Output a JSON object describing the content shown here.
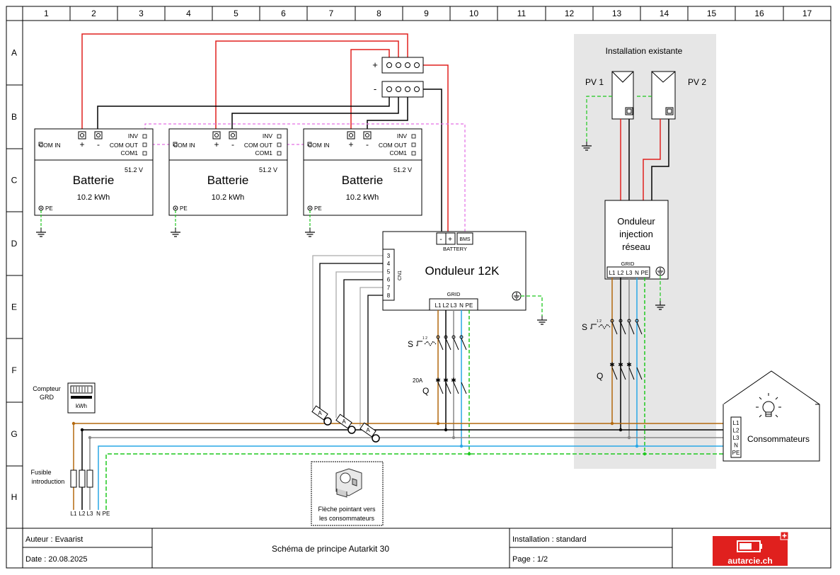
{
  "grid": {
    "columns": [
      "1",
      "2",
      "3",
      "4",
      "5",
      "6",
      "7",
      "8",
      "9",
      "10",
      "11",
      "12",
      "13",
      "14",
      "15",
      "16",
      "17"
    ],
    "rows": [
      "A",
      "B",
      "C",
      "D",
      "E",
      "F",
      "G",
      "H"
    ]
  },
  "existing": {
    "title": "Installation existante",
    "pv1": "PV 1",
    "pv2": "PV 2"
  },
  "rack": {
    "plus": "+",
    "minus": "-"
  },
  "battery": {
    "name": "Batterie",
    "voltage": "51.2 V",
    "energy": "10.2 kWh",
    "com_in": "COM IN",
    "inv": "INV",
    "com_out": "COM OUT",
    "com1": "COM1",
    "pe": "PE",
    "plus": "+",
    "minus": "-"
  },
  "inverter": {
    "name": "Onduleur 12K",
    "cn1": "CN1",
    "cn_pins": [
      "3",
      "4",
      "5",
      "6",
      "7",
      "8"
    ],
    "battery_label": "BATTERY",
    "bat_minus": "-",
    "bat_plus": "+",
    "bms": "BMS",
    "grid_label": "GRID",
    "terminals": [
      "L1",
      "L2",
      "L3",
      "N",
      "PE"
    ]
  },
  "grid_inverter": {
    "line1": "Onduleur",
    "line2": "injection",
    "line3": "réseau",
    "grid_label": "GRID",
    "terminals": [
      "L1",
      "L2",
      "L3",
      "N",
      "PE"
    ]
  },
  "switches": {
    "s": "S",
    "q": "Q",
    "rating": "20A",
    "s_nums": "1 2"
  },
  "meter": {
    "line1": "Compteur",
    "line2": "GRD",
    "unit": "kWh"
  },
  "fuse": {
    "line1": "Fusible",
    "line2": "introduction"
  },
  "bottom_labels": [
    "L1",
    "L2",
    "L3",
    "N",
    "PE"
  ],
  "ct": {
    "label": "A",
    "caption1": "Flèche pointant vers",
    "caption2": "les consommateurs"
  },
  "house": {
    "label": "Consommateurs",
    "terminals": [
      "L1",
      "L2",
      "L3",
      "N",
      "PE"
    ]
  },
  "footer": {
    "author": "Auteur : Evaarist",
    "date": "Date : 20.08.2025",
    "title": "Schéma de principe Autarkit 30",
    "installation": "Installation : standard",
    "page": "Page : 1/2",
    "logo": "autarcie.ch"
  },
  "colors": {
    "red": "#e0201e",
    "brown": "#b4690e",
    "blue": "#29a7e6",
    "green": "#1ec81e",
    "pink": "#e46fe4",
    "grey": "#9a9a9a",
    "shade": "#e6e6e6"
  }
}
